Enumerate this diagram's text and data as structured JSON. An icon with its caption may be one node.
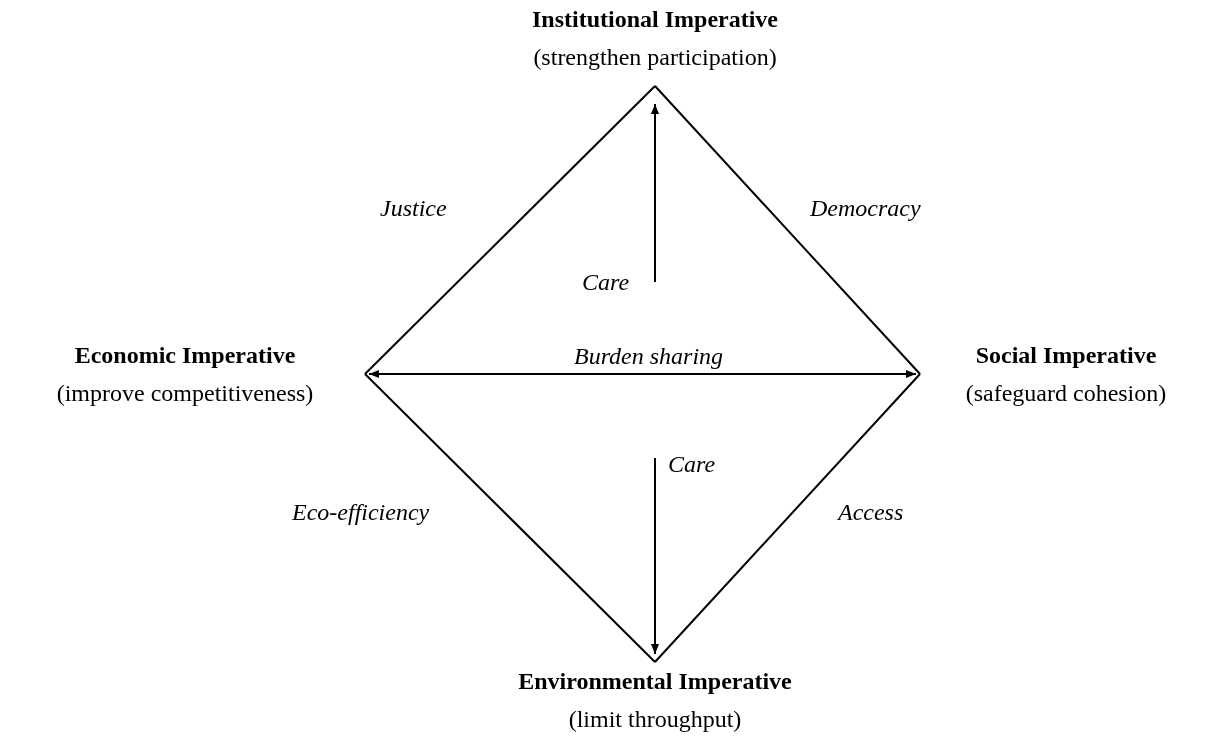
{
  "diagram": {
    "nodes": [
      {
        "text": [
          "Institutional Imperative",
          "(strengthen participation)"
        ]
      },
      {
        "text": [
          "Economic Imperative",
          "(improve competitiveness)"
        ]
      },
      {
        "text": [
          "Social Imperative",
          "(safeguard cohesion)"
        ]
      },
      {
        "text": [
          "Environmental Imperative",
          "(limit throughput)"
        ]
      }
    ],
    "edges": [
      {
        "from": 1,
        "to": 0,
        "arrow": "none",
        "label": "Justice"
      },
      {
        "from": 0,
        "to": 2,
        "arrow": "none",
        "label": "Democracy"
      },
      {
        "from": 1,
        "to": 3,
        "arrow": "none",
        "label": "Eco-efficiency"
      },
      {
        "from": 3,
        "to": 2,
        "arrow": "none",
        "label": "Access"
      },
      {
        "from": null,
        "to": 0,
        "arrow": "to",
        "label": "Care"
      },
      {
        "from": 1,
        "to": 2,
        "arrow": "both",
        "label": "Burden sharing"
      },
      {
        "from": null,
        "to": 3,
        "arrow": "to",
        "label": "Care"
      }
    ]
  }
}
